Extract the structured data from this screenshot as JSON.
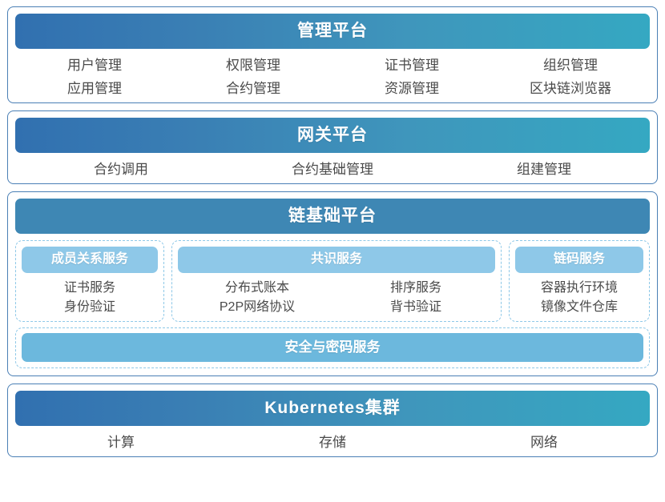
{
  "layers": [
    {
      "id": "management-platform",
      "title": "管理平台",
      "title_style": "gradient",
      "columns": [
        [
          "用户管理",
          "应用管理"
        ],
        [
          "权限管理",
          "合约管理"
        ],
        [
          "证书管理",
          "资源管理"
        ],
        [
          "组织管理",
          "区块链浏览器"
        ]
      ]
    },
    {
      "id": "gateway-platform",
      "title": "网关平台",
      "title_style": "gradient",
      "columns": [
        [
          "合约调用"
        ],
        [
          "合约基础管理"
        ],
        [
          "组建管理"
        ]
      ]
    },
    {
      "id": "chain-basic-platform",
      "title": "链基础平台",
      "title_style": "flat",
      "groups": [
        {
          "id": "member-relation-service",
          "title": "成员关系服务",
          "columns": [
            [
              "证书服务",
              "身份验证"
            ]
          ]
        },
        {
          "id": "consensus-service",
          "title": "共识服务",
          "columns": [
            [
              "分布式账本",
              "P2P网络协议"
            ],
            [
              "排序服务",
              "背书验证"
            ]
          ]
        },
        {
          "id": "chaincode-service",
          "title": "链码服务",
          "columns": [
            [
              "容器执行环境",
              "镜像文件仓库"
            ]
          ]
        }
      ],
      "security": {
        "id": "security-crypto-service",
        "title": "安全与密码服务"
      }
    },
    {
      "id": "kubernetes-cluster",
      "title": "Kubernetes集群",
      "title_style": "gradient",
      "columns": [
        [
          "计算"
        ],
        [
          "存储"
        ],
        [
          "网络"
        ]
      ]
    }
  ],
  "colors": {
    "card_border": "#4a7fb5",
    "gradient_start": "#3170b0",
    "gradient_end": "#35a8c2",
    "flat_title": "#3e87b4",
    "group_title": "#8ec8e8",
    "group_border": "#8ec8e8",
    "security_bar": "#6cb8dd",
    "body_text": "#4a4a4a",
    "title_text": "#ffffff",
    "background": "#ffffff"
  }
}
